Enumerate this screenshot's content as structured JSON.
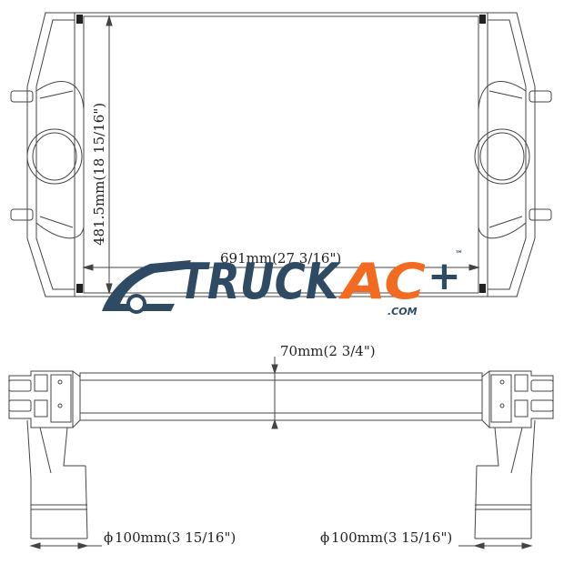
{
  "diagram": {
    "dimensions": {
      "height": "481.5mm(18 15/16\")",
      "width": "691mm(27 3/16\")",
      "depth": "70mm(2 3/4\")",
      "left_outlet": "100mm(3 15/16\")",
      "right_outlet": "100mm(3 15/16\")",
      "diameter_symbol": "ϕ"
    },
    "logo": {
      "word1": "TRUCK",
      "word2": "AC",
      "plus": "+",
      "domain": ".COM",
      "trademark": "™",
      "colors": {
        "primary": "#2f4a63",
        "accent": "#f26b21"
      }
    },
    "colors": {
      "line": "#444444",
      "background": "#ffffff"
    }
  }
}
